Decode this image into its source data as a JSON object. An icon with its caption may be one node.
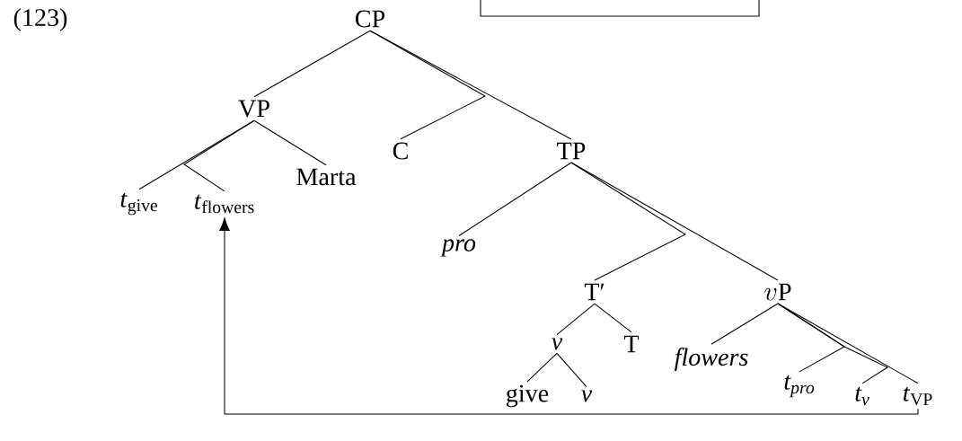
{
  "diagram": {
    "nodes": [
      {
        "text": [
          "CP"
        ]
      },
      {
        "text": [
          "VP"
        ]
      },
      {
        "text": [
          "Marta"
        ]
      },
      {
        "text": [
          "C"
        ]
      },
      {
        "text": [
          "TP"
        ]
      },
      {
        "text": [
          "*t*$_{give}$"
        ]
      },
      {
        "text": [
          "*t*$_{flowers}$"
        ]
      },
      {
        "text": [
          "pro"
        ]
      },
      {
        "text": [
          "T′"
        ]
      },
      {
        "text": [
          "v\\mathrm{P}"
        ]
      },
      {
        "text": [
          "v"
        ]
      },
      {
        "text": [
          "T"
        ]
      },
      {
        "text": [
          "flowers"
        ]
      },
      {
        "text": [
          "give"
        ]
      },
      {
        "text": [
          "v"
        ]
      },
      {
        "text": [
          "t$_{pro}$"
        ]
      },
      {
        "text": [
          "t$_{v}$"
        ]
      },
      {
        "text": [
          "*t*$_{VP}$"
        ]
      }
    ],
    "edges": [
      {
        "from": 0,
        "to": 1,
        "arrow": "none"
      },
      {
        "from": 0,
        "to": 3,
        "arrow": "none"
      },
      {
        "from": 0,
        "to": 4,
        "arrow": "none"
      },
      {
        "from": 1,
        "to": 5,
        "arrow": "none"
      },
      {
        "from": 1,
        "to": 6,
        "arrow": "none"
      },
      {
        "from": 1,
        "to": 2,
        "arrow": "none"
      },
      {
        "from": 4,
        "to": 7,
        "arrow": "none"
      },
      {
        "from": 4,
        "to": 8,
        "arrow": "none"
      },
      {
        "from": 4,
        "to": 9,
        "arrow": "none"
      },
      {
        "from": 8,
        "to": 10,
        "arrow": "none"
      },
      {
        "from": 8,
        "to": 11,
        "arrow": "none"
      },
      {
        "from": 10,
        "to": 13,
        "arrow": "none"
      },
      {
        "from": 10,
        "to": 14,
        "arrow": "none"
      },
      {
        "from": 9,
        "to": 12,
        "arrow": "none"
      },
      {
        "from": 9,
        "to": 15,
        "arrow": "none"
      },
      {
        "from": 9,
        "to": 16,
        "arrow": "none"
      },
      {
        "from": 9,
        "to": 17,
        "arrow": "none"
      },
      {
        "from": 17,
        "to": 6,
        "arrow": "to"
      }
    ],
    "labels": [
      "(123)"
    ]
  }
}
